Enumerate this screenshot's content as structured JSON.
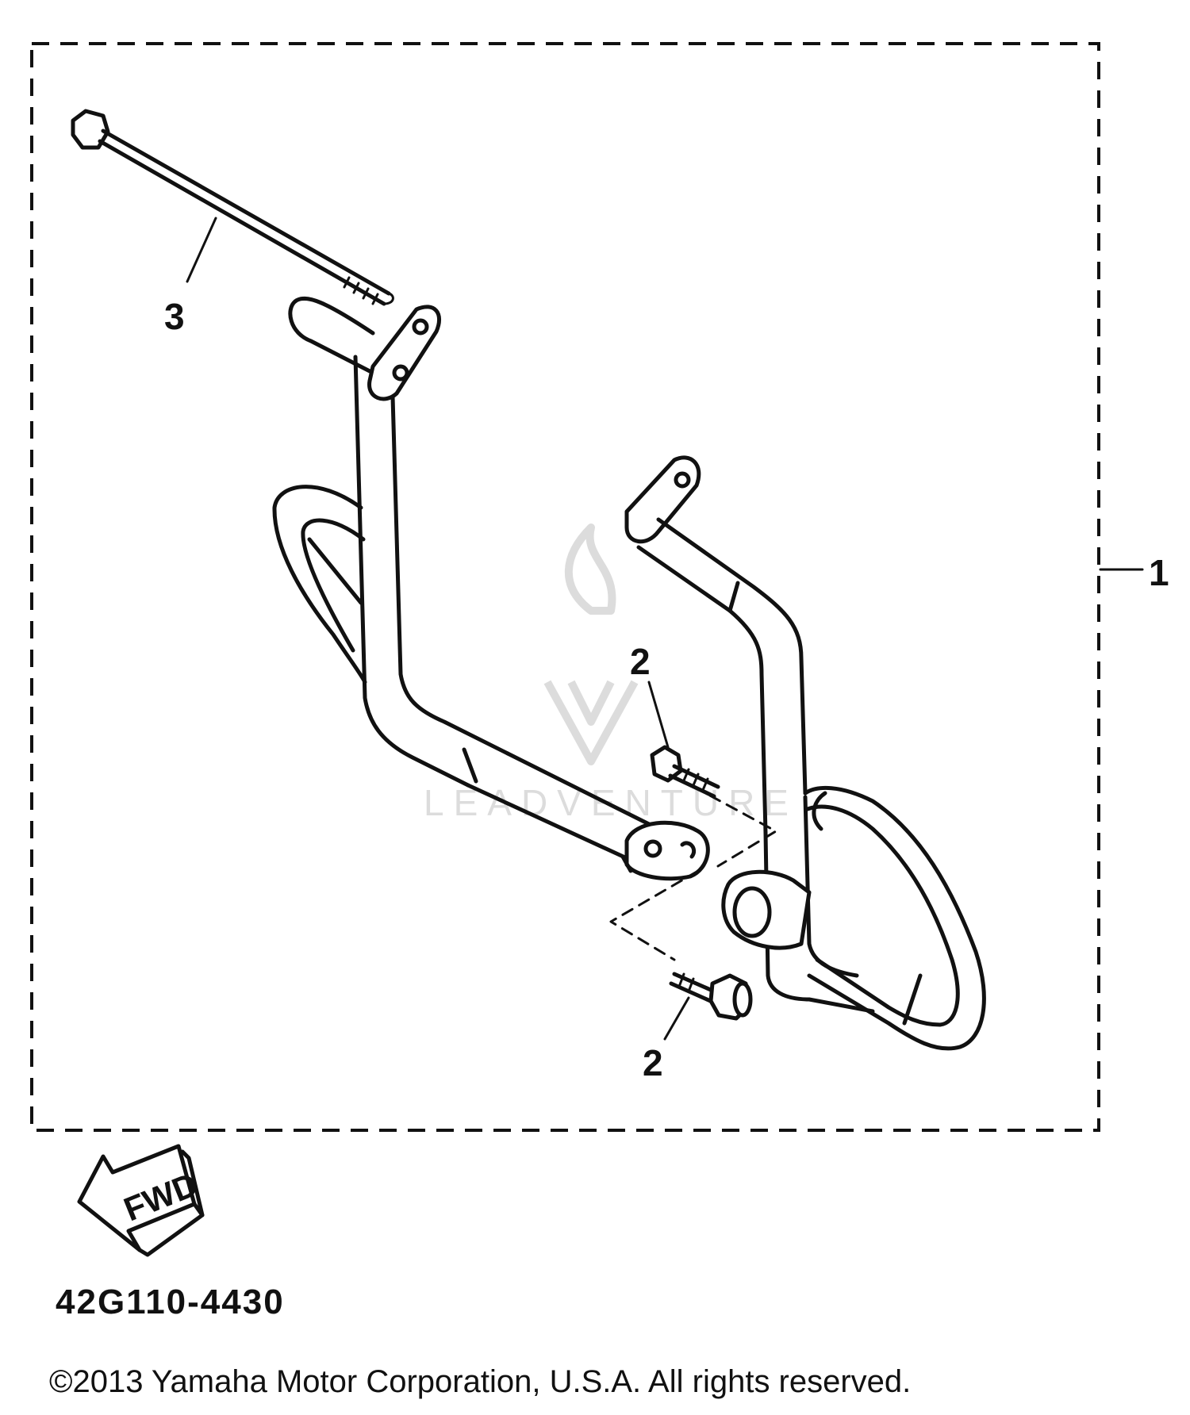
{
  "diagram": {
    "callouts": {
      "part_1": "1",
      "part_2_upper": "2",
      "part_2_lower": "2",
      "part_3": "3"
    },
    "direction_label": "FWD",
    "diagram_code": "42G110-4430",
    "watermark": {
      "text": "LEADVENTURE",
      "color": "#d9d9d9"
    },
    "copyright": "©2013 Yamaha Motor Corporation, U.S.A. All rights reserved.",
    "colors": {
      "ink": "#111111",
      "background": "#ffffff"
    }
  }
}
